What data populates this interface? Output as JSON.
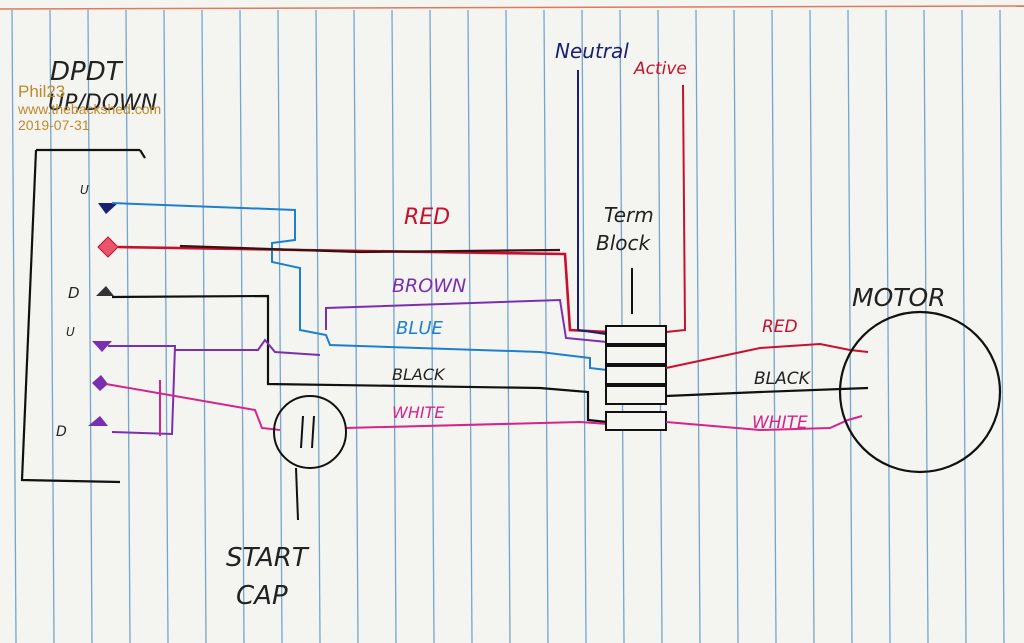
{
  "watermark": {
    "user": "Phil23",
    "site": "www.thebackshed.com",
    "date": "2019-07-31"
  },
  "labels": {
    "dpdt_line1": "DPDT",
    "dpdt_line2": "UP/DOWN",
    "neutral": "Neutral",
    "active": "Active",
    "term_line1": "Term",
    "term_line2": "Block",
    "motor": "MOTOR",
    "start_line1": "START",
    "start_line2": "CAP"
  },
  "wires": {
    "red": "RED",
    "brown": "BROWN",
    "blue": "BLUE",
    "black": "BLACK",
    "white": "WHITE",
    "motor_red": "RED",
    "motor_black": "BLACK",
    "motor_white": "WHITE"
  },
  "switch_marks": [
    "U",
    "D",
    "U",
    "D"
  ],
  "colors": {
    "paper": "#f4f4f1",
    "rule": "#4a8cbf",
    "margin": "#e07a5a",
    "red": "#c8102e",
    "blue": "#1e7fd0",
    "purple": "#7a2fb0",
    "magenta": "#d6248a",
    "black": "#111111",
    "navy": "#1a2070"
  }
}
